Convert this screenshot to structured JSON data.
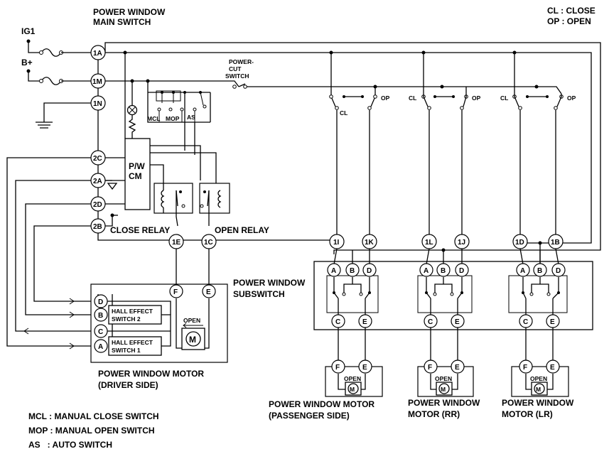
{
  "titles": {
    "main_switch_l1": "POWER WINDOW",
    "main_switch_l2": "MAIN SWITCH",
    "legend_cl": "CL : CLOSE",
    "legend_op": "OP : OPEN",
    "power_cut_l1": "POWER-",
    "power_cut_l2": "CUT",
    "power_cut_l3": "SWITCH",
    "close_relay": "CLOSE RELAY",
    "open_relay": "OPEN RELAY",
    "subswitch_l1": "POWER WINDOW",
    "subswitch_l2": "SUBSWITCH",
    "motor_driver_l1": "POWER WINDOW MOTOR",
    "motor_driver_l2": "(DRIVER SIDE)",
    "motor_pass_l1": "POWER WINDOW MOTOR",
    "motor_pass_l2": "(PASSENGER SIDE)",
    "motor_rr_l1": "POWER WINDOW",
    "motor_rr_l2": "MOTOR (RR)",
    "motor_lr_l1": "POWER WINDOW",
    "motor_lr_l2": "MOTOR (LR)"
  },
  "labels": {
    "ig1": "IG1",
    "bplus": "B+",
    "pwcm_l1": "P/W",
    "pwcm_l2": "CM",
    "mcl": "MCL",
    "mop": "MOP",
    "as": "AS",
    "cl": "CL",
    "op": "OP",
    "hall2_l1": "HALL EFFECT",
    "hall2_l2": "SWITCH 2",
    "hall1_l1": "HALL EFFECT",
    "hall1_l2": "SWITCH 1",
    "open": "OPEN",
    "m": "M"
  },
  "connectors": {
    "c1A": "1A",
    "c1M": "1M",
    "c1N": "1N",
    "c2C": "2C",
    "c2A": "2A",
    "c2D": "2D",
    "c2B": "2B",
    "c1E": "1E",
    "c1C": "1C",
    "c1I": "1I",
    "c1K": "1K",
    "c1L": "1L",
    "c1J": "1J",
    "c1D": "1D",
    "c1B": "1B",
    "A": "A",
    "B": "B",
    "C": "C",
    "D": "D",
    "E": "E",
    "F": "F"
  },
  "legend": [
    "MCL : MANUAL CLOSE SWITCH",
    "MOP : MANUAL OPEN SWITCH",
    "AS   : AUTO SWITCH"
  ]
}
